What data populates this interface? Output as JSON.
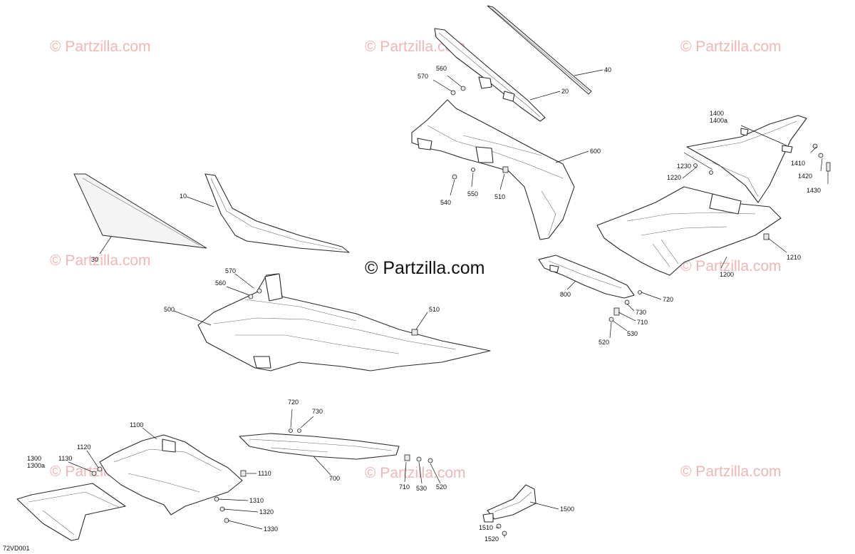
{
  "watermark": {
    "text": "© Partzilla.com",
    "center_text": "© Partzilla.com",
    "color": "#f0b7b7"
  },
  "diagram_code": "72VD001",
  "callouts": {
    "c40": "40",
    "c20": "20",
    "c560a": "560",
    "c570a": "570",
    "c600": "600",
    "c540": "540",
    "c550": "550",
    "c510a": "510",
    "c1400": "1400",
    "c1400a": "1400a",
    "c1410": "1410",
    "c1420": "1420",
    "c1430": "1430",
    "c1230": "1230",
    "c1220": "1220",
    "c1210": "1210",
    "c1200": "1200",
    "c10": "10",
    "c30": "30",
    "c570b": "570",
    "c560b": "560",
    "c500": "500",
    "c510b": "510",
    "c800": "800",
    "c720a": "720",
    "c730a": "730",
    "c710a": "710",
    "c530a": "530",
    "c520a": "520",
    "c1100": "1100",
    "c1120": "1120",
    "c1130": "1130",
    "c1300": "1300",
    "c1300a": "1300a",
    "c1110": "1110",
    "c1310": "1310",
    "c1320": "1320",
    "c1330": "1330",
    "c720b": "720",
    "c730b": "730",
    "c700": "700",
    "c710b": "710",
    "c530b": "530",
    "c520b": "520",
    "c1500": "1500",
    "c1510": "1510",
    "c1520": "1520"
  }
}
